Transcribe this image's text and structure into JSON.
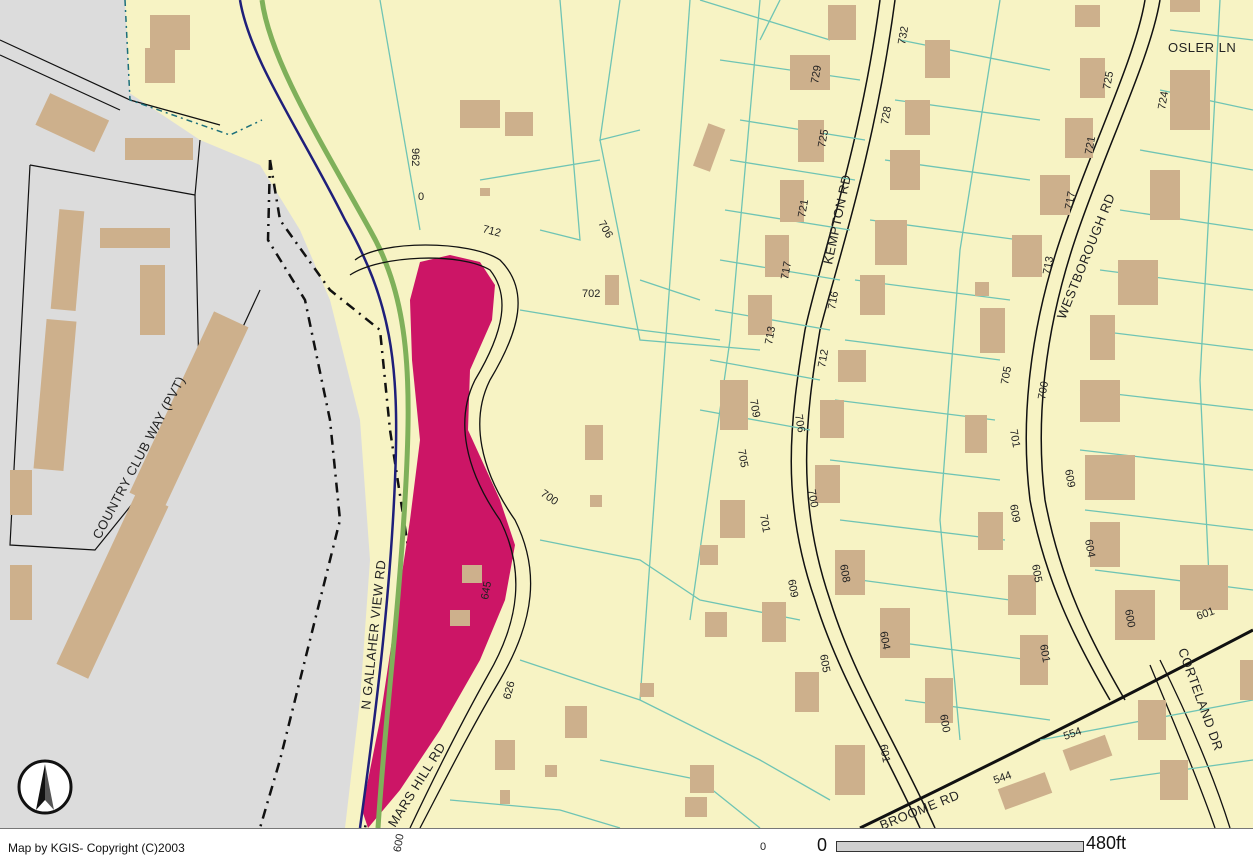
{
  "colors": {
    "land": "#f7f3c4",
    "lot_line": "#6fc4b4",
    "building": "#cdb08c",
    "pavement": "#dcdcdc",
    "highlight": "#cc1566",
    "green_line": "#7fb05a",
    "blue_line": "#1f1f7a",
    "road_edge": "#111111"
  },
  "roads": [
    {
      "name": "country_club",
      "label": "COUNTRY CLUB WAY (PVT)"
    },
    {
      "name": "n_gallaher",
      "label": "N GALLAHER VIEW RD"
    },
    {
      "name": "mars_hill",
      "label": "MARS HILL RD"
    },
    {
      "name": "kempton",
      "label": "KEMPTON RD"
    },
    {
      "name": "westborough",
      "label": "WESTBOROUGH RD"
    },
    {
      "name": "osler",
      "label": "OSLER LN"
    },
    {
      "name": "cortland",
      "label": "CORTELAND DR"
    },
    {
      "name": "broome",
      "label": "BROOME RD"
    }
  ],
  "addresses": [
    "962",
    "0",
    "712",
    "706",
    "702",
    "700",
    "645",
    "626",
    "729",
    "725",
    "721",
    "717",
    "713",
    "709",
    "705",
    "701",
    "609",
    "605",
    "601",
    "728",
    "732",
    "716",
    "712",
    "706",
    "700",
    "608",
    "604",
    "600",
    "717",
    "713",
    "705",
    "701",
    "609",
    "605",
    "601",
    "725",
    "721",
    "724",
    "700",
    "609",
    "604",
    "600",
    "601",
    "554",
    "544",
    "600",
    "0"
  ],
  "north_arrow_icon": "north-arrow-icon",
  "footer": {
    "credit": "Map by KGIS- Copyright (C)2003",
    "scale_start": "0",
    "scale_end": "480ft"
  }
}
